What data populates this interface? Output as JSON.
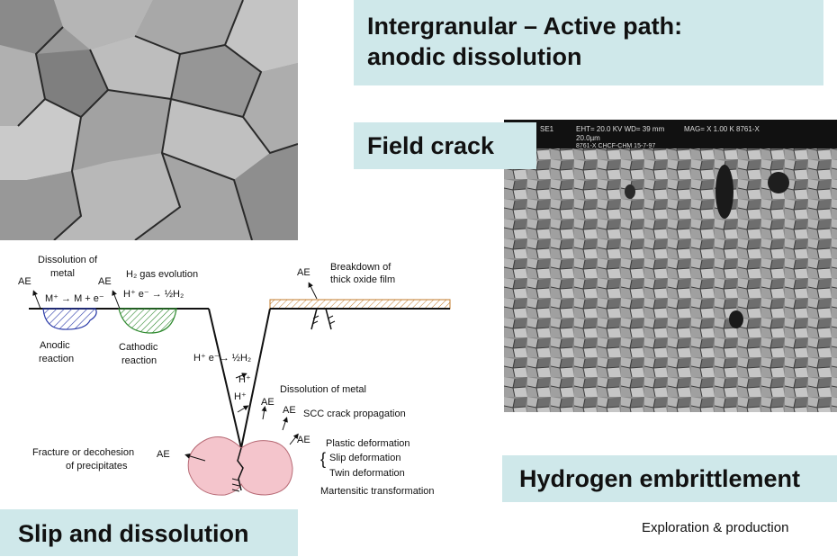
{
  "title": {
    "line1": "Intergranular – Active path:",
    "line2": "anodic dissolution"
  },
  "labels": {
    "field_crack": "Field crack",
    "hydrogen": "Hydrogen embrittlement",
    "slip": "Slip and dissolution",
    "footer": "Exploration & production"
  },
  "sem_header": {
    "left": "SE1",
    "mid": "EHT= 20.0 KV  WD= 39  mm",
    "mag": "MAG= X 1.00 K  8761-X",
    "scale": "20.0µm",
    "sub": "8761-X  CHCF-CHM  15-7-97"
  },
  "diagram": {
    "ae": "AE",
    "dissolution_of_metal_1": "Dissolution of",
    "dissolution_of_metal_2": "metal",
    "h2_gas": "H₂ gas evolution",
    "breakdown_1": "Breakdown of",
    "breakdown_2": "thick oxide film",
    "eq_anodic": "M⁺ → M + e⁻",
    "eq_cathodic": "H⁺ e⁻ → ½H₂",
    "anodic_1": "Anodic",
    "anodic_2": "reaction",
    "cathodic_1": "Cathodic",
    "cathodic_2": "reaction",
    "eq_crack": "H⁺ e⁻→ ½H₂",
    "h_plus": "H⁺",
    "dissolution_metal": "Dissolution of metal",
    "scc": "SCC crack propagation",
    "plastic": "Plastic deformation",
    "slip_def": "Slip deformation",
    "twin_def": "Twin deformation",
    "martensitic": "Martensitic transformation",
    "fracture_1": "Fracture or decohesion",
    "fracture_2": "of precipitates"
  }
}
